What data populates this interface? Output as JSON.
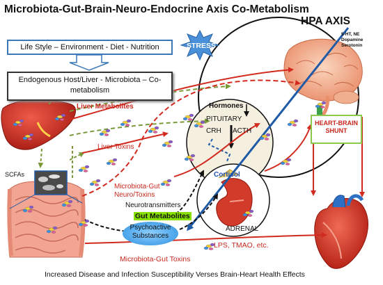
{
  "title": "Microbiota-Gut-Brain-Neuro-Endocrine Axis Co-Metabolism",
  "hpa_label": "HPA",
  "axis_label": "AXIS",
  "lifestyle": "Life Style – Environment - Diet - Nutrition",
  "cometabolism": "Endogenous Host/Liver - Microbiota – Co-metabolism",
  "stress": "STRESS",
  "neurotransmitter_list": [
    "5-HT, NE",
    "Dopamine",
    "Serotonin"
  ],
  "liver_metabolites": "Liver Metabolites",
  "liver_toxins": "Liver Toxins",
  "hormones": "Hormones",
  "pituitary": "PITUITARY",
  "crh": "CRH",
  "acth": "ACTH",
  "cortisol": "Cortisol",
  "heart_brain_shunt": "HEART-BRAIN SHUNT",
  "scfas": "SCFAs",
  "microbiota_gut_neuro_toxins": "Microbiota-Gut Neuro/Toxins",
  "neurotransmitters": "Neurotransmitters",
  "gut_metabolites": "Gut Metabolites",
  "psychoactive": "Psychoactive Substances",
  "adrenal": "ADRENAL",
  "lps": "LPS, TMAO, etc.",
  "microbiota_gut_toxins": "Microbiota-Gut Toxins",
  "bottom_caption": "Increased Disease and Infection Susceptibility Verses Brain-Heart Health Effects",
  "colors": {
    "red_arrow": "#d22a1e",
    "green_arrow": "#7a9a3a",
    "blue_axis": "#1f5aa6",
    "liver": "#d8312a",
    "brain": "#f2a585",
    "heart": "#d23020",
    "shunt_border": "#8cc84a",
    "gut_metabolites_bg": "#88e000",
    "stress_star": "#4a90d9"
  },
  "icons": [
    "liver-organ",
    "brain-organ",
    "heart-organ",
    "intestine-organ",
    "kidney-adrenal-organ",
    "microbe-cluster-icon",
    "microscope-image",
    "stress-star"
  ]
}
